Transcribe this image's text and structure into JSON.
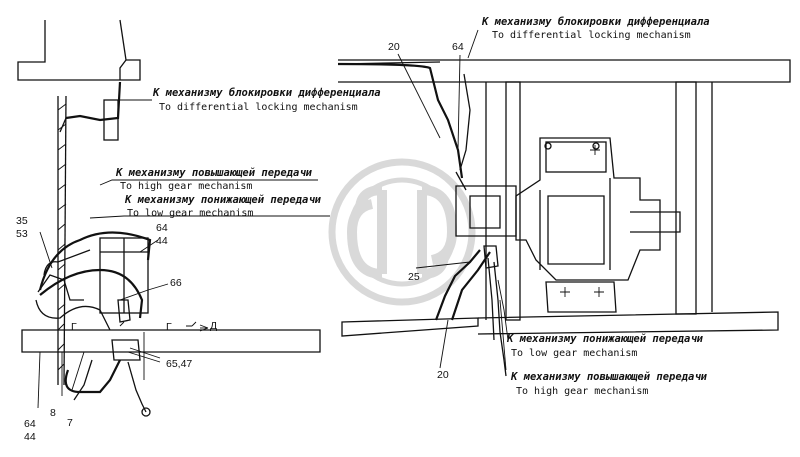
{
  "labels": {
    "diff_ru": "К механизму блокировки дифференциала",
    "diff_en": "To differential locking mechanism",
    "high_ru": "К механизму повышающей передачи",
    "high_en": "To high gear mechanism",
    "low_ru": "К механизму понижающей передачи",
    "low_en": "To low gear mechanism"
  },
  "left_view": {
    "diff_ru": "К механизму блокировки дифференциала",
    "diff_en": "To differential locking mechanism",
    "high_ru": "К механизму повышающей передачи",
    "high_en": "To high gear mechanism",
    "low_ru": "К механизму понижающей передачи",
    "low_en": "To low gear mechanism",
    "callouts": {
      "c35": "35",
      "c53": "53",
      "c64a": "64",
      "c44a": "44",
      "c66": "66",
      "c6547": "65,47",
      "c64b": "64",
      "c44b": "44",
      "c8": "8",
      "c7": "7"
    },
    "section_marks": {
      "g1": "Г",
      "g2": "Г",
      "d": "Д"
    }
  },
  "right_view": {
    "diff_ru": "К механизму блокировки дифференциала",
    "diff_en": "To differential locking mechanism",
    "low_ru": "К механизму понижающей передачи",
    "low_en": "To low gear mechanism",
    "high_ru": "К механизму повышающей передачи",
    "high_en": "To high gear mechanism",
    "callouts": {
      "c20a": "20",
      "c64": "64",
      "c25": "25",
      "c20b": "20"
    }
  },
  "colors": {
    "ink": "#111111",
    "watermark": "#d9d9d9",
    "background": "#ffffff"
  },
  "watermark_icon": "gear-shaped-logo-icon"
}
